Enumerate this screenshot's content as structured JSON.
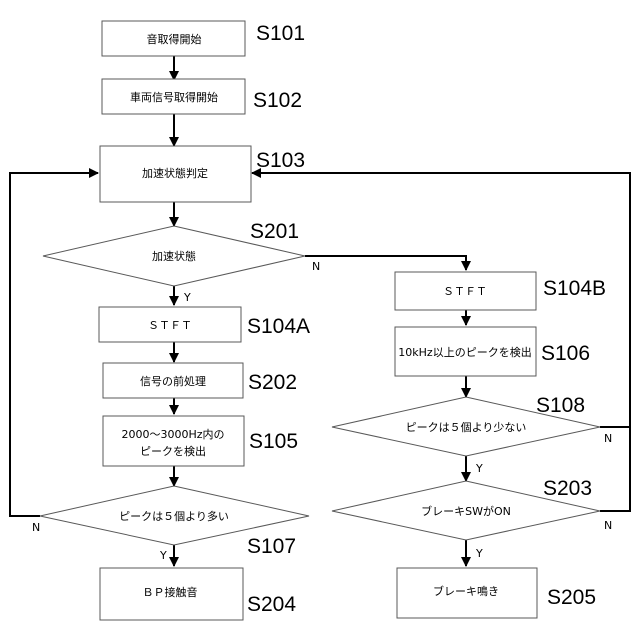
{
  "nodes": {
    "start_sound": {
      "label": "音取得開始",
      "step": "S101"
    },
    "start_vehicle": {
      "label": "車両信号取得開始",
      "step": "S102"
    },
    "accel_judge": {
      "label": "加速状態判定",
      "step": "S103"
    },
    "accel_state": {
      "label": "加速状態",
      "step": "S201"
    },
    "stft_a": {
      "label": "ＳＴＦＴ",
      "step": "S104A"
    },
    "preprocess": {
      "label": "信号の前処理",
      "step": "S202"
    },
    "detect_2000": {
      "label_line1": "2000～3000Hz内の",
      "label_line2": "ピークを検出",
      "step": "S105"
    },
    "peaks_many": {
      "label": "ピークは５個より多い",
      "step": "S107"
    },
    "bp_contact": {
      "label": "ＢＰ接触音",
      "step": "S204"
    },
    "stft_b": {
      "label": "ＳＴＦＴ",
      "step": "S104B"
    },
    "detect_10k": {
      "label": "10kHz以上のピークを検出",
      "step": "S106"
    },
    "peaks_few": {
      "label": "ピークは５個より少ない",
      "step": "S108"
    },
    "brake_sw": {
      "label": "ブレーキSWがON",
      "step": "S203"
    },
    "brake_squeal": {
      "label": "ブレーキ鳴き",
      "step": "S205"
    }
  },
  "branch_labels": {
    "yes": "Y",
    "no": "N"
  }
}
